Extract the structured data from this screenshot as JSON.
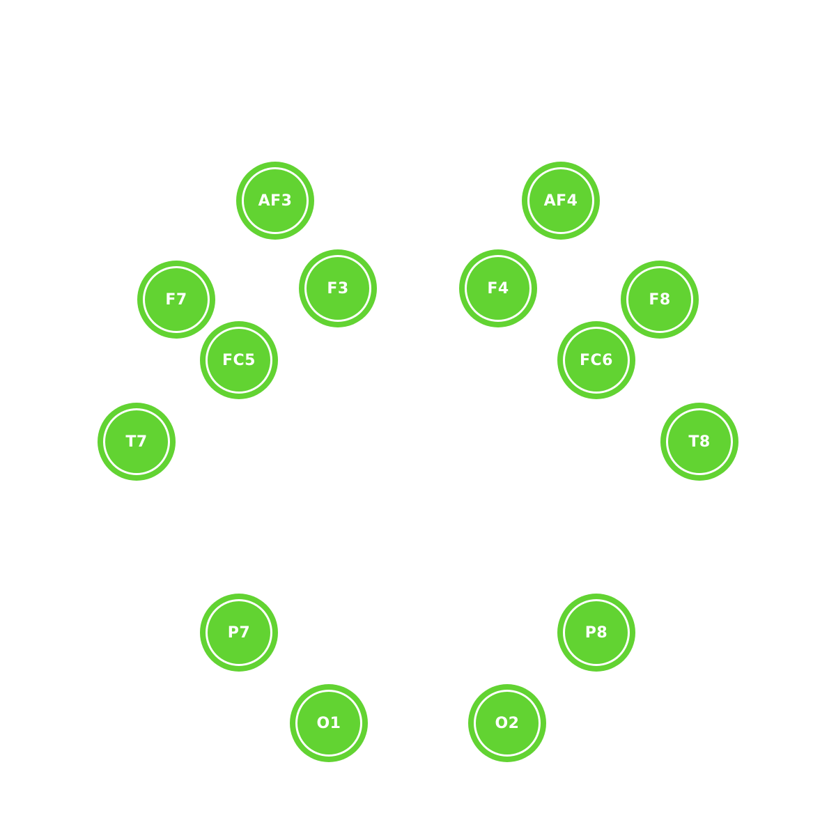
{
  "accent_color": "#62d332",
  "ring_color": "#ffffff",
  "electrodes": [
    {
      "label": "AF3"
    },
    {
      "label": "AF4"
    },
    {
      "label": "F3"
    },
    {
      "label": "F4"
    },
    {
      "label": "F7"
    },
    {
      "label": "F8"
    },
    {
      "label": "FC5"
    },
    {
      "label": "FC6"
    },
    {
      "label": "T7"
    },
    {
      "label": "T8"
    },
    {
      "label": "P7"
    },
    {
      "label": "P8"
    },
    {
      "label": "O1"
    },
    {
      "label": "O2"
    }
  ]
}
